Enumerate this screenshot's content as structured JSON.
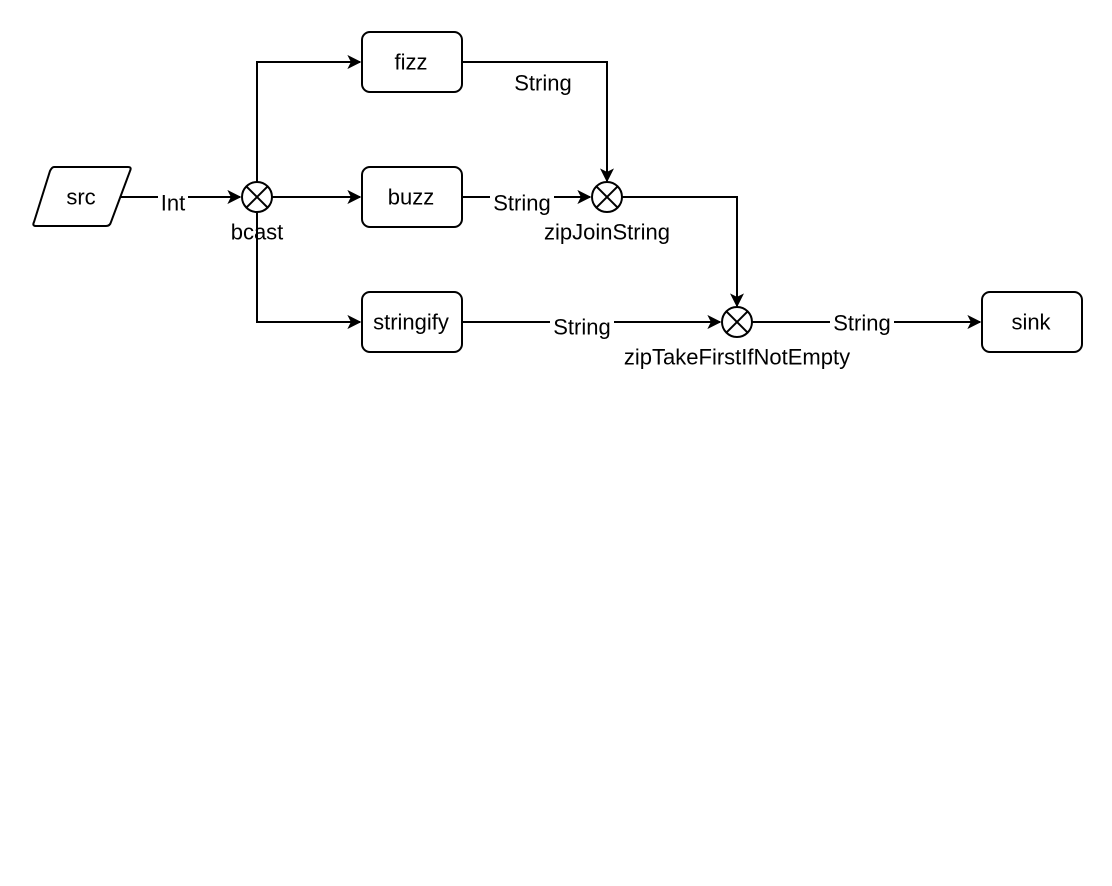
{
  "nodes": {
    "src": "src",
    "fizz": "fizz",
    "buzz": "buzz",
    "stringify": "stringify",
    "sink": "sink"
  },
  "junctions": {
    "bcast": "bcast",
    "zipJoinString": "zipJoinString",
    "zipTakeFirstIfNotEmpty": "zipTakeFirstIfNotEmpty"
  },
  "edges": {
    "src_to_bcast": "Int",
    "fizz_to_zipJoin": "String",
    "buzz_to_zipJoin": "String",
    "stringify_to_zipTake": "String",
    "zipTake_to_sink": "String"
  },
  "colors": {
    "stroke": "#000000",
    "fill": "#ffffff"
  }
}
